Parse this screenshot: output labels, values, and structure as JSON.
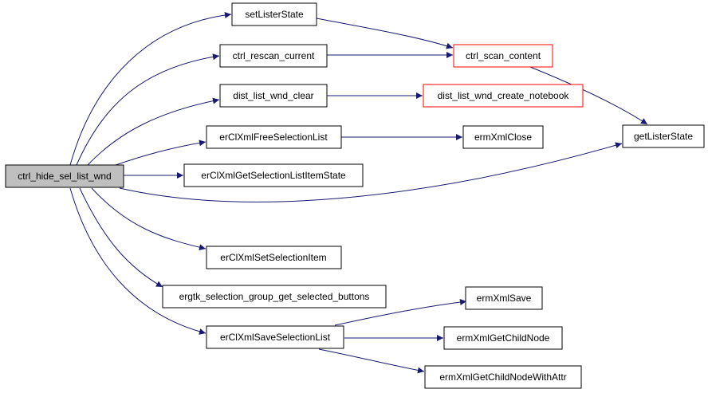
{
  "colors": {
    "edge": "#191970",
    "node_border": "#000000",
    "node_border_truncated": "#ff0000",
    "root_fill": "#bfbfbf",
    "node_fill": "#ffffff"
  },
  "nodes": {
    "root": "ctrl_hide_sel_list_wnd",
    "setListerState": "setListerState",
    "ctrl_rescan_current": "ctrl_rescan_current",
    "ctrl_scan_content": "ctrl_scan_content",
    "dist_list_wnd_clear": "dist_list_wnd_clear",
    "dist_list_wnd_create_notebook": "dist_list_wnd_create_notebook",
    "erClXmlFreeSelectionList": "erClXmlFreeSelectionList",
    "ermXmlClose": "ermXmlClose",
    "getListerState": "getListerState",
    "erClXmlGetSelectionListItemState": "erClXmlGetSelectionListItemState",
    "erClXmlSetSelectionItem": "erClXmlSetSelectionItem",
    "ergtk_selection_group_get_selected_buttons": "ergtk_selection_group_get_selected_buttons",
    "erClXmlSaveSelectionList": "erClXmlSaveSelectionList",
    "ermXmlSave": "ermXmlSave",
    "ermXmlGetChildNode": "ermXmlGetChildNode",
    "ermXmlGetChildNodeWithAttr": "ermXmlGetChildNodeWithAttr"
  }
}
